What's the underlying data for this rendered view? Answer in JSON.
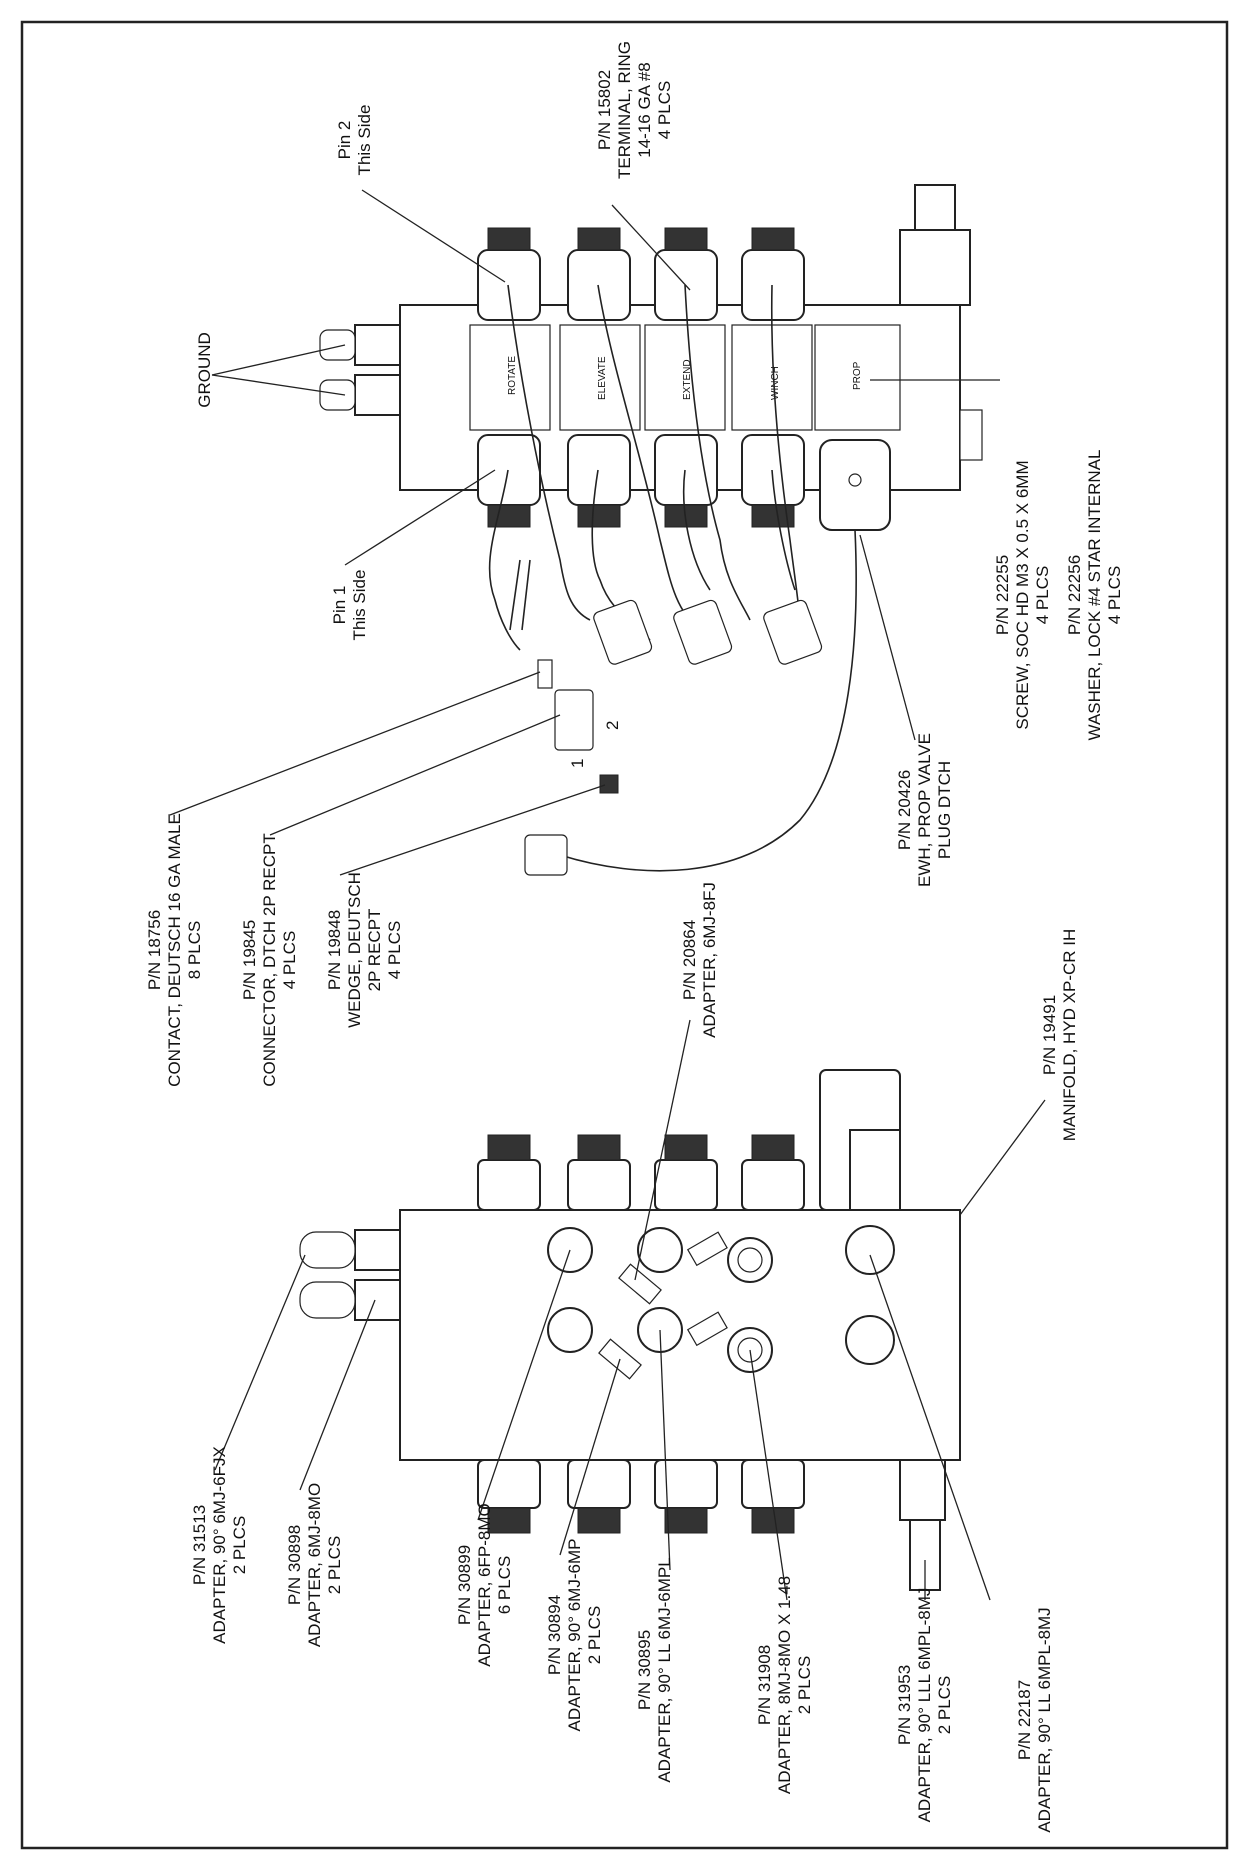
{
  "diagram": {
    "valve_labels": [
      "ROTATE",
      "ELEVATE",
      "EXTEND",
      "WINCH",
      "PROP"
    ],
    "callouts": [
      {
        "id": "pin2",
        "lines": [
          "Pin 2",
          "This Side"
        ]
      },
      {
        "id": "terminal",
        "lines": [
          "P/N 15802",
          "TERMINAL, RING",
          "14-16 GA #8",
          "4 PLCS"
        ]
      },
      {
        "id": "ground",
        "lines": [
          "GROUND"
        ]
      },
      {
        "id": "pin1",
        "lines": [
          "Pin 1",
          "This Side"
        ]
      },
      {
        "id": "screw",
        "lines": [
          "P/N 22255",
          "SCREW, SOC HD M3 X 0.5 X 6MM",
          "4 PLCS"
        ]
      },
      {
        "id": "washer",
        "lines": [
          "P/N 22256",
          "WASHER, LOCK #4 STAR INTERNAL",
          "4 PLCS"
        ]
      },
      {
        "id": "contact",
        "lines": [
          "P/N 18756",
          "CONTACT, DEUTSCH 16 GA MALE",
          "8 PLCS"
        ]
      },
      {
        "id": "connector",
        "lines": [
          "P/N 19845",
          "CONNECTOR, DTCH 2P RECPT",
          "4 PLCS"
        ]
      },
      {
        "id": "wedge",
        "lines": [
          "P/N 19848",
          "WEDGE, DEUTSCH",
          "2P RECPT",
          "4 PLCS"
        ]
      },
      {
        "id": "ewh",
        "lines": [
          "P/N 20426",
          "EWH, PROP VALVE",
          "PLUG DTCH"
        ]
      },
      {
        "id": "a20864",
        "lines": [
          "P/N 20864",
          "ADAPTER, 6MJ-8FJ"
        ]
      },
      {
        "id": "manifold",
        "lines": [
          "P/N 19491",
          "MANIFOLD, HYD XP-CR IH"
        ]
      },
      {
        "id": "a31513",
        "lines": [
          "P/N 31513",
          "ADAPTER, 90° 6MJ-6FJX",
          "2 PLCS"
        ]
      },
      {
        "id": "a30898",
        "lines": [
          "P/N 30898",
          "ADAPTER, 6MJ-8MO",
          "2 PLCS"
        ]
      },
      {
        "id": "a30899",
        "lines": [
          "P/N 30899",
          "ADAPTER, 6FP-8MO",
          "6 PLCS"
        ]
      },
      {
        "id": "a30894",
        "lines": [
          "P/N 30894",
          "ADAPTER, 90° 6MJ-6MP",
          "2 PLCS"
        ]
      },
      {
        "id": "a30895",
        "lines": [
          "P/N 30895",
          "ADAPTER, 90° LL 6MJ-6MPL"
        ]
      },
      {
        "id": "a31908",
        "lines": [
          "P/N 31908",
          "ADAPTER, 8MJ-8MO X 1.48",
          "2 PLCS"
        ]
      },
      {
        "id": "a31953",
        "lines": [
          "P/N 31953",
          "ADAPTER, 90° LLL 6MPL-8MJ",
          "2 PLCS"
        ]
      },
      {
        "id": "a22187",
        "lines": [
          "P/N 22187",
          "ADAPTER, 90° LL 6MPL-8MJ"
        ]
      }
    ],
    "pin_numbers": [
      "1",
      "2"
    ]
  }
}
